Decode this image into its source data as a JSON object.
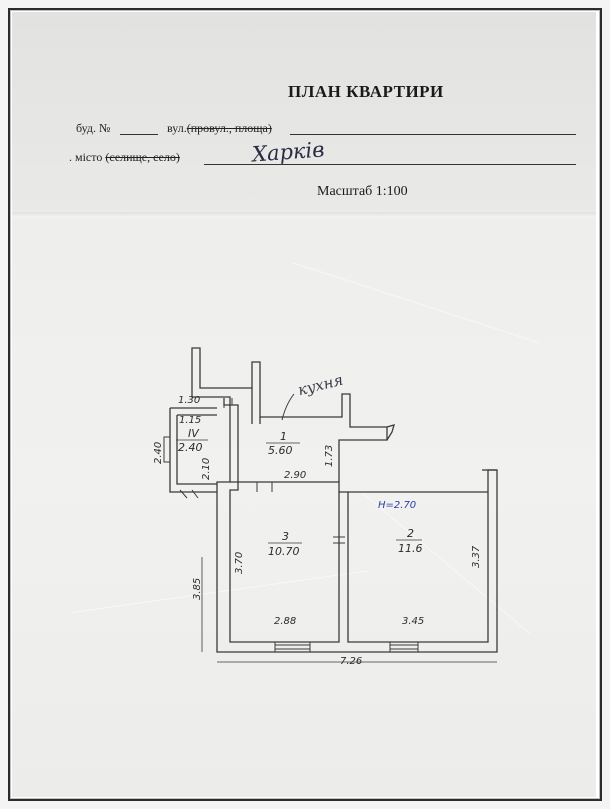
{
  "header": {
    "title": "ПЛАН КВАРТИРИ",
    "building_prefix": "буд. №",
    "street_label": "вул.",
    "street_strike": "(провул., площа)",
    "city_prefix": ". місто",
    "city_strike": "(селище, село)",
    "city_value": "Харків",
    "scale": "Масштаб 1:100"
  },
  "plan": {
    "kitchen_note": "кухня",
    "height_note": "H=2.70",
    "rooms": [
      {
        "number": "1",
        "area": "5.60"
      },
      {
        "number": "2",
        "area": "11.6"
      },
      {
        "number": "3",
        "area": "10.70"
      },
      {
        "number": "IV",
        "area": "2.40"
      }
    ],
    "dimensions": {
      "d_1_30": "1.30",
      "d_1_15": "1.15",
      "d_2_40": "2.40",
      "d_2_10": "2.10",
      "d_1_73": "1.73",
      "d_2_90": "2.90",
      "d_3_70": "3.70",
      "d_3_85": "3.85",
      "d_3_37": "3.37",
      "d_2_88": "2.88",
      "d_3_45": "3.45",
      "d_7_26": "7.26"
    }
  },
  "colors": {
    "ink": "#2b2b2b",
    "blue_ink": "#2a3fa8",
    "paper": "#eeeeec"
  }
}
